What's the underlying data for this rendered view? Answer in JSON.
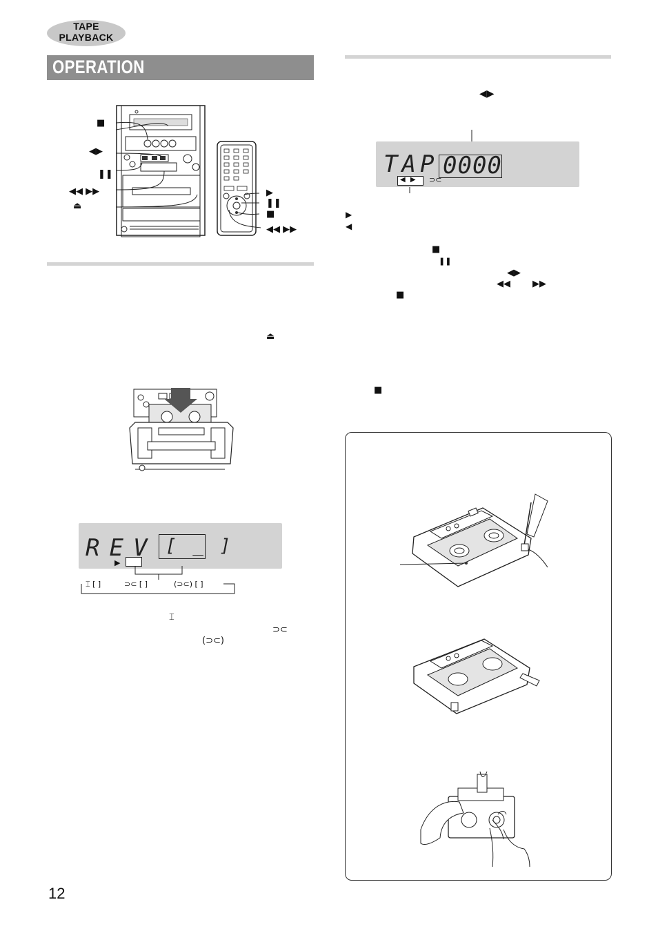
{
  "header": {
    "section_badge_lines": [
      "TAPE",
      "PLAYBACK"
    ],
    "title": "OPERATION"
  },
  "main_unit_diagram_labels": {
    "stop": "■",
    "play": "◀▶",
    "pause": "❚❚",
    "rew_ff": "◀◀ ▶▶",
    "eject": "⏏"
  },
  "remote_diagram_labels": {
    "play": "▶",
    "pause": "❚❚",
    "stop": "■",
    "rew_ff": "◀◀ ▶▶"
  },
  "left_column": {
    "eject_symbol": "⏏",
    "rev_mode_display": {
      "text": "REV M",
      "box_text": "[ _ ]",
      "play_marker": "▶",
      "cycle_sequence": [
        "⌶ [ ]",
        "⊃⊂ [ ]",
        "(⊃⊂) [ ]"
      ]
    },
    "mode_symbols": [
      "⌶",
      "⊃⊂",
      "(⊃⊂)"
    ]
  },
  "right_column": {
    "play_symbol_top": "◀▶",
    "tape_display": {
      "label": "TAPE",
      "counter": "0000",
      "direction_indicator": "◀ ▶",
      "mode_icon": "⊃⊂"
    },
    "direction_symbols": [
      "▶",
      "◀"
    ],
    "control_symbols": {
      "stop": "■",
      "pause": "❚❚",
      "play": "◀▶",
      "rew": "◀◀",
      "ff": "▶▶",
      "stop2": "■",
      "stop3": "■"
    }
  },
  "page_number": "12",
  "colors": {
    "title_bar": "#8e8e8e",
    "badge": "#c8c8c8",
    "lcd": "#d3d3d3",
    "rule": "#d4d4d4"
  }
}
